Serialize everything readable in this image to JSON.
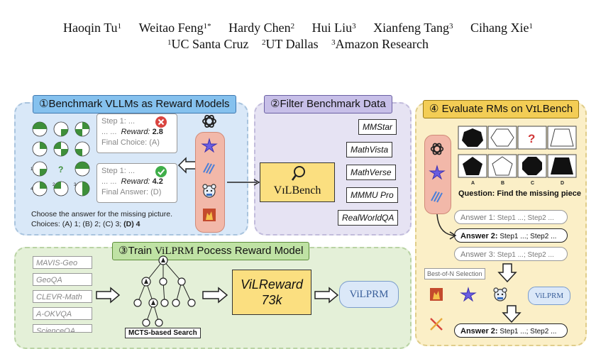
{
  "authors": [
    {
      "name": "Haoqin Tu",
      "sup": "1"
    },
    {
      "name": "Weitao Feng",
      "sup": "1*"
    },
    {
      "name": "Hardy Chen",
      "sup": "2"
    },
    {
      "name": "Hui Liu",
      "sup": "3"
    },
    {
      "name": "Xianfeng Tang",
      "sup": "3"
    },
    {
      "name": "Cihang Xie",
      "sup": "1"
    }
  ],
  "affiliations": [
    {
      "sup": "1",
      "name": "UC Santa Cruz"
    },
    {
      "sup": "2",
      "name": "UT Dallas"
    },
    {
      "sup": "3",
      "name": "Amazon Research"
    }
  ],
  "panel1": {
    "title": "①Benchmark VLLMs as Reward Models",
    "card1": {
      "step": "Step 1: ...",
      "dots": "... ...",
      "reward_label": "Reward:",
      "reward_value": "2.8",
      "final": "Final Choice: (A)"
    },
    "card2": {
      "step": "Step 1: ...",
      "dots": "... ...",
      "reward_label": "Reward:",
      "reward_value": "4.2",
      "final": "Final Answer: (D)"
    },
    "prompt": "Choose the answer for the missing picture.",
    "choices_prefix": "Choices: (A) 1; (B) 2; (C) 3;",
    "choices_answer": "(D) 4",
    "grid_question": "?",
    "grid_labels": [
      "1",
      "2",
      "3",
      "4"
    ]
  },
  "panel2": {
    "title": "②Filter Benchmark Data",
    "benchmarks": [
      "MMStar",
      "MathVista",
      "MathVerse",
      "MMMU Pro",
      "RealWorldQA"
    ],
    "result": "VɪLBench"
  },
  "panel3": {
    "title_prefix": "③Train ",
    "title_model": "ViLPRM",
    "title_suffix": " Pocess Reward Model",
    "datasets": [
      "MAVIS-Geo",
      "GeoQA",
      "CLEVR-Math",
      "A-OKVQA",
      "ScienceQA"
    ],
    "search_label": "MCTS-based Search",
    "reward_name": "ViLReward",
    "reward_size": "73k",
    "model": "ViLPRM"
  },
  "panel4": {
    "title": "④ Evaluate RMs on VɪLBench",
    "question": "Question: Find the missing piece",
    "option_labels": [
      "A",
      "B",
      "C",
      "D"
    ],
    "missing": "?",
    "answers": [
      {
        "label": "Answer 1:",
        "text": " Step1 ...; Step2 ..."
      },
      {
        "label": "Answer 2:",
        "text": " Step1 ...; Step2 ..."
      },
      {
        "label": "Answer 3:",
        "text": " Step1 ...; Step2 ..."
      }
    ],
    "selection": "Best-of-N Selection",
    "model": "ViLPRM",
    "final_answer": {
      "label": "Answer 2:",
      "text": " Step1 ...; Step2 ..."
    }
  },
  "colors": {
    "accent_yellow": "#fbdf80",
    "panel_blue": "#d9e8f8",
    "panel_purple": "#e6e3f3",
    "panel_green": "#e4f0d8",
    "panel_gold": "#fbefc7",
    "wrong_red": "#d9443f",
    "right_green": "#3fae49"
  }
}
